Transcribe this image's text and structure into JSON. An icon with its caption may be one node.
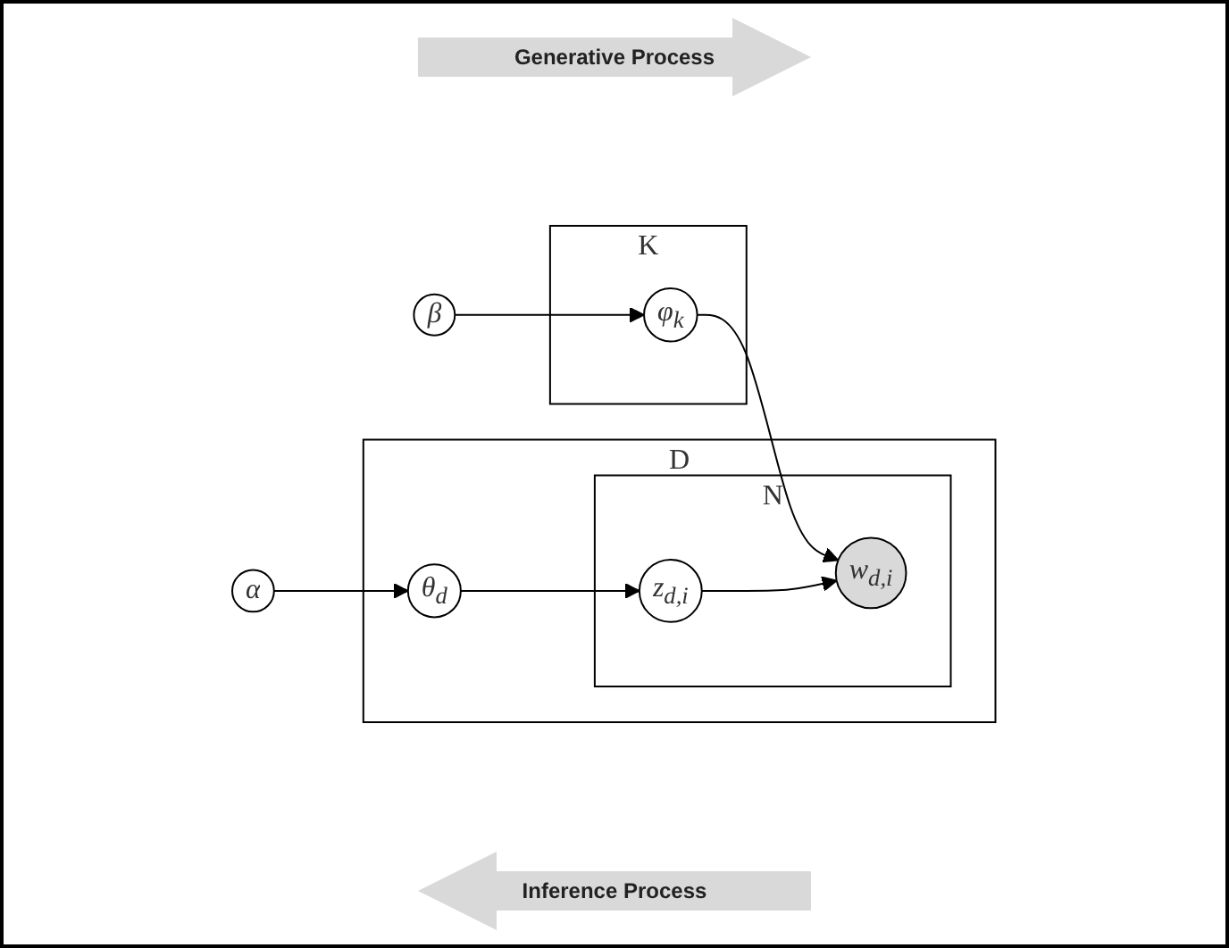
{
  "diagram": {
    "nodes": [
      {
        "text": [
          "β"
        ]
      },
      {
        "text": [
          "K"
        ]
      },
      {
        "text": [
          "φ$_{k}$"
        ],
        "in": 1
      },
      {
        "text": [
          "α"
        ]
      },
      {
        "text": [
          "D"
        ]
      },
      {
        "text": [
          "θ$_{d}$"
        ],
        "in": 4
      },
      {
        "text": [
          "N"
        ],
        "in": 4
      },
      {
        "text": [
          "z$_{d,i}$"
        ],
        "in": 6
      },
      {
        "text": [
          "w$_{d,i}$"
        ],
        "in": 6
      }
    ],
    "edges": [
      {
        "from": 0,
        "to": 2,
        "arrow": "to"
      },
      {
        "from": 2,
        "to": 8,
        "arrow": "to"
      },
      {
        "from": 3,
        "to": 5,
        "arrow": "to"
      },
      {
        "from": 5,
        "to": 7,
        "arrow": "to"
      },
      {
        "from": 7,
        "to": 8,
        "arrow": "to"
      }
    ],
    "labels": [
      "Generative Process",
      "Inference Process"
    ]
  }
}
